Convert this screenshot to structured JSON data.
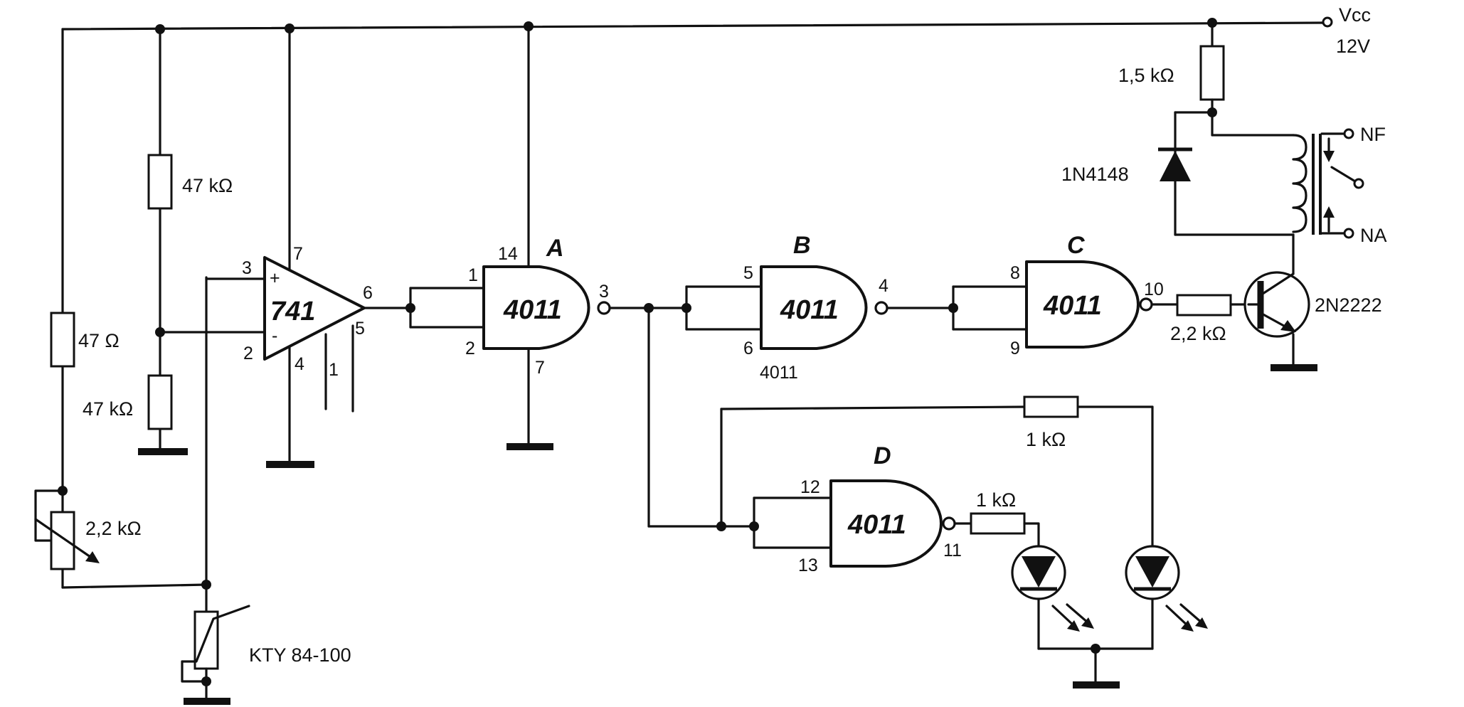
{
  "supply": {
    "name": "Vcc",
    "voltage": "12V"
  },
  "opamp": {
    "label": "741",
    "pin_plus": "+",
    "pin_minus": "-",
    "pins": {
      "p3": "3",
      "p2": "2",
      "p7": "7",
      "p4": "4",
      "p6": "6",
      "p5": "5",
      "p1": "1"
    }
  },
  "gates": [
    {
      "id": "A",
      "chip": "4011",
      "in1": "1",
      "in2": "2",
      "out": "3",
      "vdd": "14",
      "vss": "7"
    },
    {
      "id": "B",
      "chip": "4011",
      "in1": "5",
      "in2": "6",
      "out": "4",
      "sub": "4011"
    },
    {
      "id": "C",
      "chip": "4011",
      "in1": "8",
      "in2": "9",
      "out": "10"
    },
    {
      "id": "D",
      "chip": "4011",
      "in1": "12",
      "in2": "13",
      "out": "11"
    }
  ],
  "resistors": {
    "r_top_divider": "47 kΩ",
    "r_bottom_divider": "47 kΩ",
    "r_left": "47 Ω",
    "pot": "2,2 kΩ",
    "r_relay": "1,5 kΩ",
    "r_base": "2,2 kΩ",
    "r_led_d": "1 kΩ",
    "r_led_fb": "1 kΩ"
  },
  "sensor": "KTY 84-100",
  "diode": "1N4148",
  "transistor": "2N2222",
  "relay": {
    "nf": "NF",
    "na": "NA"
  }
}
